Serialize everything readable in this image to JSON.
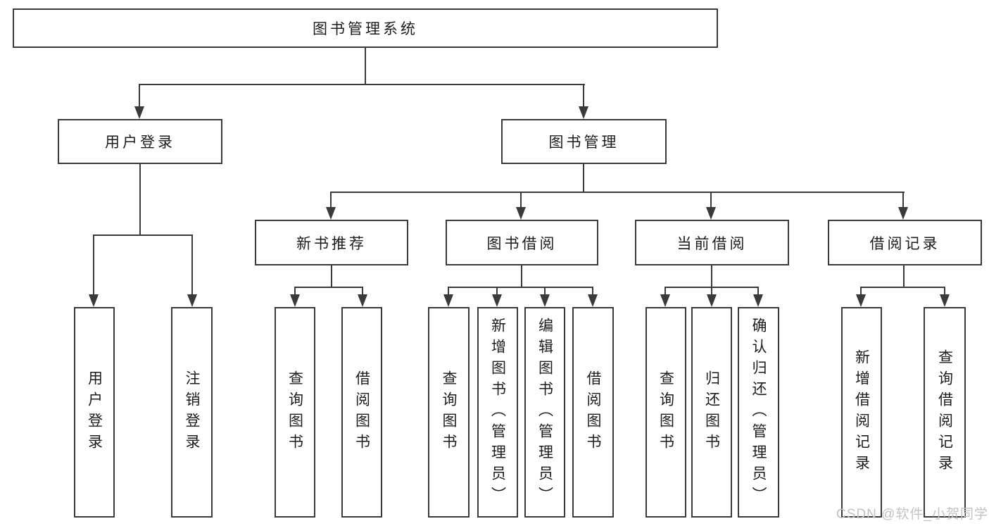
{
  "title": "图书管理系统",
  "diagram": {
    "root": {
      "label": "图书管理系统"
    },
    "branches": [
      {
        "label": "用户登录",
        "children": [
          {
            "label": "用户登录"
          },
          {
            "label": "注销登录"
          }
        ]
      },
      {
        "label": "图书管理",
        "children": [
          {
            "label": "新书推荐",
            "children": [
              {
                "label": "查询图书"
              },
              {
                "label": "借阅图书"
              }
            ]
          },
          {
            "label": "图书借阅",
            "children": [
              {
                "label": "查询图书"
              },
              {
                "label": "新增图书（管理员）"
              },
              {
                "label": "编辑图书（管理员）"
              },
              {
                "label": "借阅图书"
              }
            ]
          },
          {
            "label": "当前借阅",
            "children": [
              {
                "label": "查询图书"
              },
              {
                "label": "归还图书"
              },
              {
                "label": "确认归还（管理员）"
              }
            ]
          },
          {
            "label": "借阅记录",
            "children": [
              {
                "label": "新增借阅记录"
              },
              {
                "label": "查询借阅记录"
              }
            ]
          }
        ]
      }
    ]
  },
  "watermark": {
    "text": "CSDN @软件_小贺同学"
  },
  "colors": {
    "line": "#3a3a3a",
    "text": "#1c1c1c",
    "background": "#ffffff",
    "watermark": "#c3c3c3"
  }
}
